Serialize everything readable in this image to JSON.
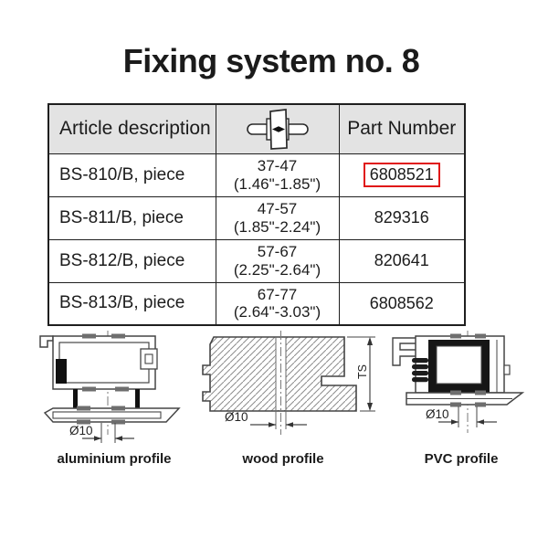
{
  "title": "Fixing system no. 8",
  "table": {
    "headers": {
      "article": "Article description",
      "range_icon": "panel-width-range-icon",
      "part": "Part Number"
    },
    "rows": [
      {
        "article": "BS-810/B, piece",
        "range_mm": "37-47",
        "range_in": "(1.46\"-1.85\")",
        "part": "6808521",
        "highlighted": true
      },
      {
        "article": "BS-811/B, piece",
        "range_mm": "47-57",
        "range_in": "(1.85\"-2.24\")",
        "part": "829316",
        "highlighted": false
      },
      {
        "article": "BS-812/B, piece",
        "range_mm": "57-67",
        "range_in": "(2.25\"-2.64\")",
        "part": "820641",
        "highlighted": false
      },
      {
        "article": "BS-813/B, piece",
        "range_mm": "67-77",
        "range_in": "(2.64\"-3.03\")",
        "part": "6808562",
        "highlighted": false
      }
    ]
  },
  "diagrams": {
    "aluminium": {
      "label": "aluminium profile",
      "dim": "Ø10"
    },
    "wood": {
      "label": "wood profile",
      "dim": "Ø10",
      "dim_ts": "TS"
    },
    "pvc": {
      "label": "PVC profile",
      "dim": "Ø10"
    }
  },
  "colors": {
    "header_bg": "#e3e3e3",
    "table_border": "#1f1f1f",
    "highlight_box": "#e01616",
    "drawing_stroke": "#454545"
  }
}
